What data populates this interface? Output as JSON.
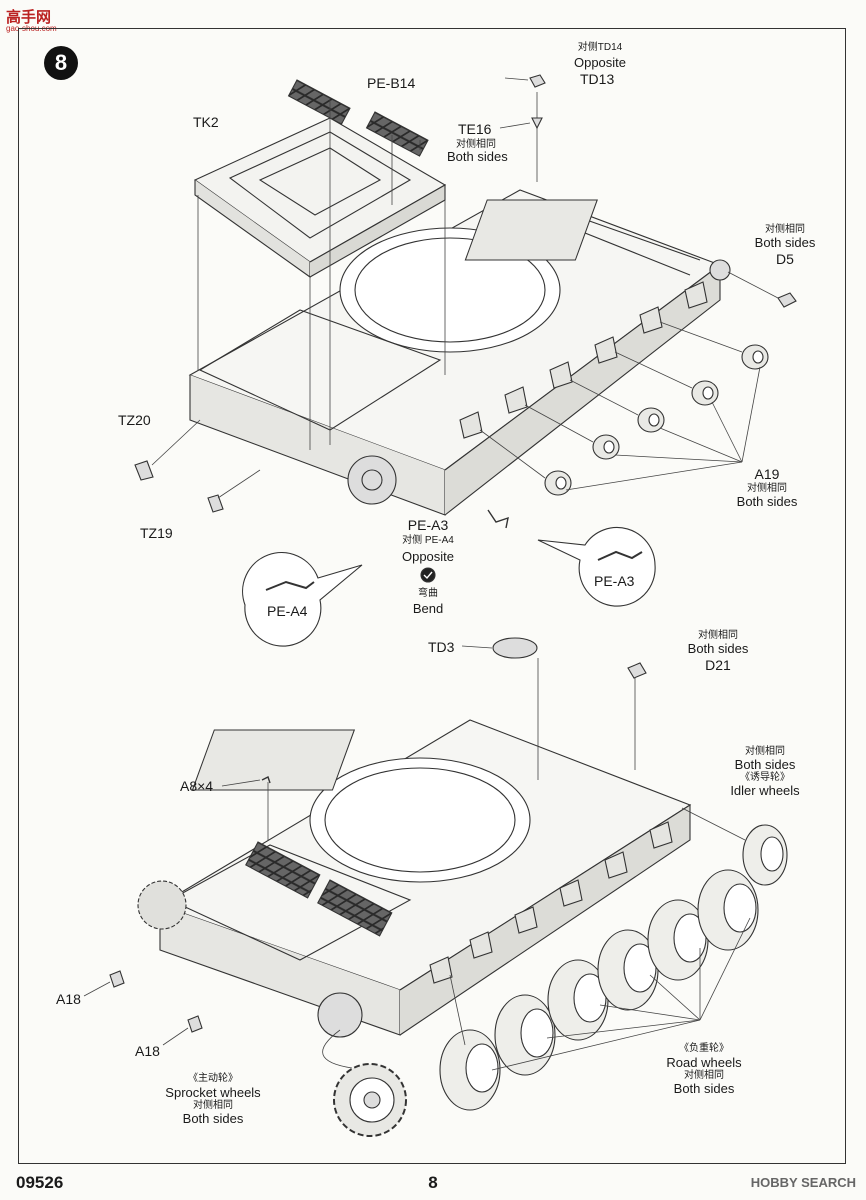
{
  "site_logo": "高手网",
  "site_logo_sub": "gao-shou.com",
  "step_number": "8",
  "labels": {
    "pe_b14": "PE-B14",
    "tk2": "TK2",
    "td14_cn": "对侧TD14",
    "td14_opposite": "Opposite",
    "td13": "TD13",
    "te16": "TE16",
    "te16_cn": "对侧相同",
    "te16_both": "Both sides",
    "d5_cn": "对侧相同",
    "d5_both": "Both sides",
    "d5": "D5",
    "tz20": "TZ20",
    "tz19": "TZ19",
    "a19": "A19",
    "a19_cn": "对侧相同",
    "a19_both": "Both sides",
    "pe_a3_main": "PE-A3",
    "pe_a4_cn": "对侧 PE-A4",
    "pe_a4_opposite": "Opposite",
    "bend_cn": "弯曲",
    "bend": "Bend",
    "pe_a4_callout": "PE-A4",
    "pe_a3_callout": "PE-A3",
    "td3": "TD3",
    "d21_cn": "对侧相同",
    "d21_both": "Both sides",
    "d21": "D21",
    "idler_cn": "对侧相同",
    "idler_both": "Both sides",
    "idler_cn2": "《诱导轮》",
    "idler_wheels": "Idler wheels",
    "a8x4": "A8×4",
    "a18_top": "A18",
    "a18_bottom": "A18",
    "road_cn": "《负重轮》",
    "road_wheels": "Road  wheels",
    "road_cn2": "对侧相同",
    "road_both": "Both sides",
    "sprocket_cn": "《主动轮》",
    "sprocket_wheels": "Sprocket wheels",
    "sprocket_cn2": "对侧相同",
    "sprocket_both": "Both sides"
  },
  "footer": {
    "model_code": "09526",
    "page_number": "8",
    "watermark": "HOBBY SEARCH"
  }
}
